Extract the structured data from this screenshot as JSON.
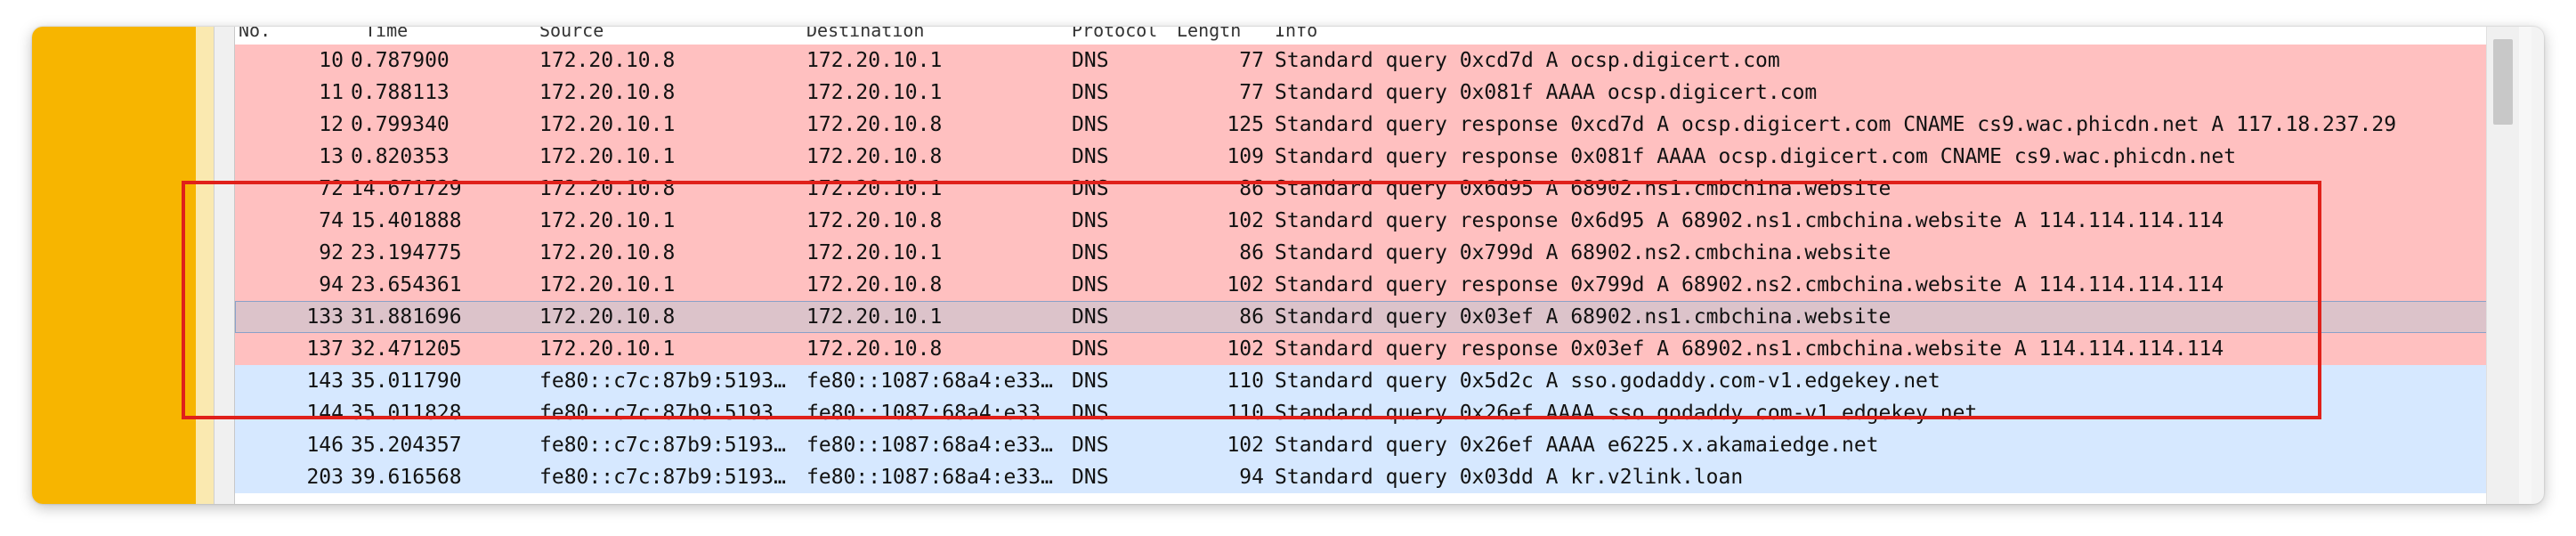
{
  "columns": {
    "no": "No.",
    "time": "Time",
    "source": "Source",
    "destination": "Destination",
    "protocol": "Protocol",
    "length": "Length",
    "info": "Info"
  },
  "packets": [
    {
      "no": "10",
      "time": "0.787900",
      "source": "172.20.10.8",
      "destination": "172.20.10.1",
      "protocol": "DNS",
      "length": "77",
      "info": "Standard query 0xcd7d A ocsp.digicert.com",
      "color": "red"
    },
    {
      "no": "11",
      "time": "0.788113",
      "source": "172.20.10.8",
      "destination": "172.20.10.1",
      "protocol": "DNS",
      "length": "77",
      "info": "Standard query 0x081f AAAA ocsp.digicert.com",
      "color": "red"
    },
    {
      "no": "12",
      "time": "0.799340",
      "source": "172.20.10.1",
      "destination": "172.20.10.8",
      "protocol": "DNS",
      "length": "125",
      "info": "Standard query response 0xcd7d A ocsp.digicert.com CNAME cs9.wac.phicdn.net A 117.18.237.29",
      "color": "red"
    },
    {
      "no": "13",
      "time": "0.820353",
      "source": "172.20.10.1",
      "destination": "172.20.10.8",
      "protocol": "DNS",
      "length": "109",
      "info": "Standard query response 0x081f AAAA ocsp.digicert.com CNAME cs9.wac.phicdn.net",
      "color": "red"
    },
    {
      "no": "72",
      "time": "14.671729",
      "source": "172.20.10.8",
      "destination": "172.20.10.1",
      "protocol": "DNS",
      "length": "86",
      "info": "Standard query 0x6d95 A 68902.ns1.cmbchina.website",
      "color": "red"
    },
    {
      "no": "74",
      "time": "15.401888",
      "source": "172.20.10.1",
      "destination": "172.20.10.8",
      "protocol": "DNS",
      "length": "102",
      "info": "Standard query response 0x6d95 A 68902.ns1.cmbchina.website A 114.114.114.114",
      "color": "red"
    },
    {
      "no": "92",
      "time": "23.194775",
      "source": "172.20.10.8",
      "destination": "172.20.10.1",
      "protocol": "DNS",
      "length": "86",
      "info": "Standard query 0x799d A 68902.ns2.cmbchina.website",
      "color": "red"
    },
    {
      "no": "94",
      "time": "23.654361",
      "source": "172.20.10.1",
      "destination": "172.20.10.8",
      "protocol": "DNS",
      "length": "102",
      "info": "Standard query response 0x799d A 68902.ns2.cmbchina.website A 114.114.114.114",
      "color": "red"
    },
    {
      "no": "133",
      "time": "31.881696",
      "source": "172.20.10.8",
      "destination": "172.20.10.1",
      "protocol": "DNS",
      "length": "86",
      "info": "Standard query 0x03ef A 68902.ns1.cmbchina.website",
      "color": "selected"
    },
    {
      "no": "137",
      "time": "32.471205",
      "source": "172.20.10.1",
      "destination": "172.20.10.8",
      "protocol": "DNS",
      "length": "102",
      "info": "Standard query response 0x03ef A 68902.ns1.cmbchina.website A 114.114.114.114",
      "color": "red"
    },
    {
      "no": "143",
      "time": "35.011790",
      "source": "fe80::c7c:87b9:5193…",
      "destination": "fe80::1087:68a4:e33…",
      "protocol": "DNS",
      "length": "110",
      "info": "Standard query 0x5d2c A sso.godaddy.com-v1.edgekey.net",
      "color": "blue"
    },
    {
      "no": "144",
      "time": "35.011828",
      "source": "fe80::c7c:87b9:5193…",
      "destination": "fe80::1087:68a4:e33…",
      "protocol": "DNS",
      "length": "110",
      "info": "Standard query 0x26ef AAAA sso.godaddy.com-v1.edgekey.net",
      "color": "blue"
    },
    {
      "no": "146",
      "time": "35.204357",
      "source": "fe80::c7c:87b9:5193…",
      "destination": "fe80::1087:68a4:e33…",
      "protocol": "DNS",
      "length": "102",
      "info": "Standard query 0x26ef AAAA e6225.x.akamaiedge.net",
      "color": "blue"
    },
    {
      "no": "203",
      "time": "39.616568",
      "source": "fe80::c7c:87b9:5193…",
      "destination": "fe80::1087:68a4:e33…",
      "protocol": "DNS",
      "length": "94",
      "info": "Standard query 0x03dd A kr.v2link.loan",
      "color": "blue"
    }
  ],
  "colors": {
    "dns_row_red": "#ffc0c0",
    "dns_row_blue": "#d6e8ff",
    "selected_row": "#dcc3ca",
    "side_pane": "#f7b500",
    "annotation_box": "#e0201a"
  }
}
